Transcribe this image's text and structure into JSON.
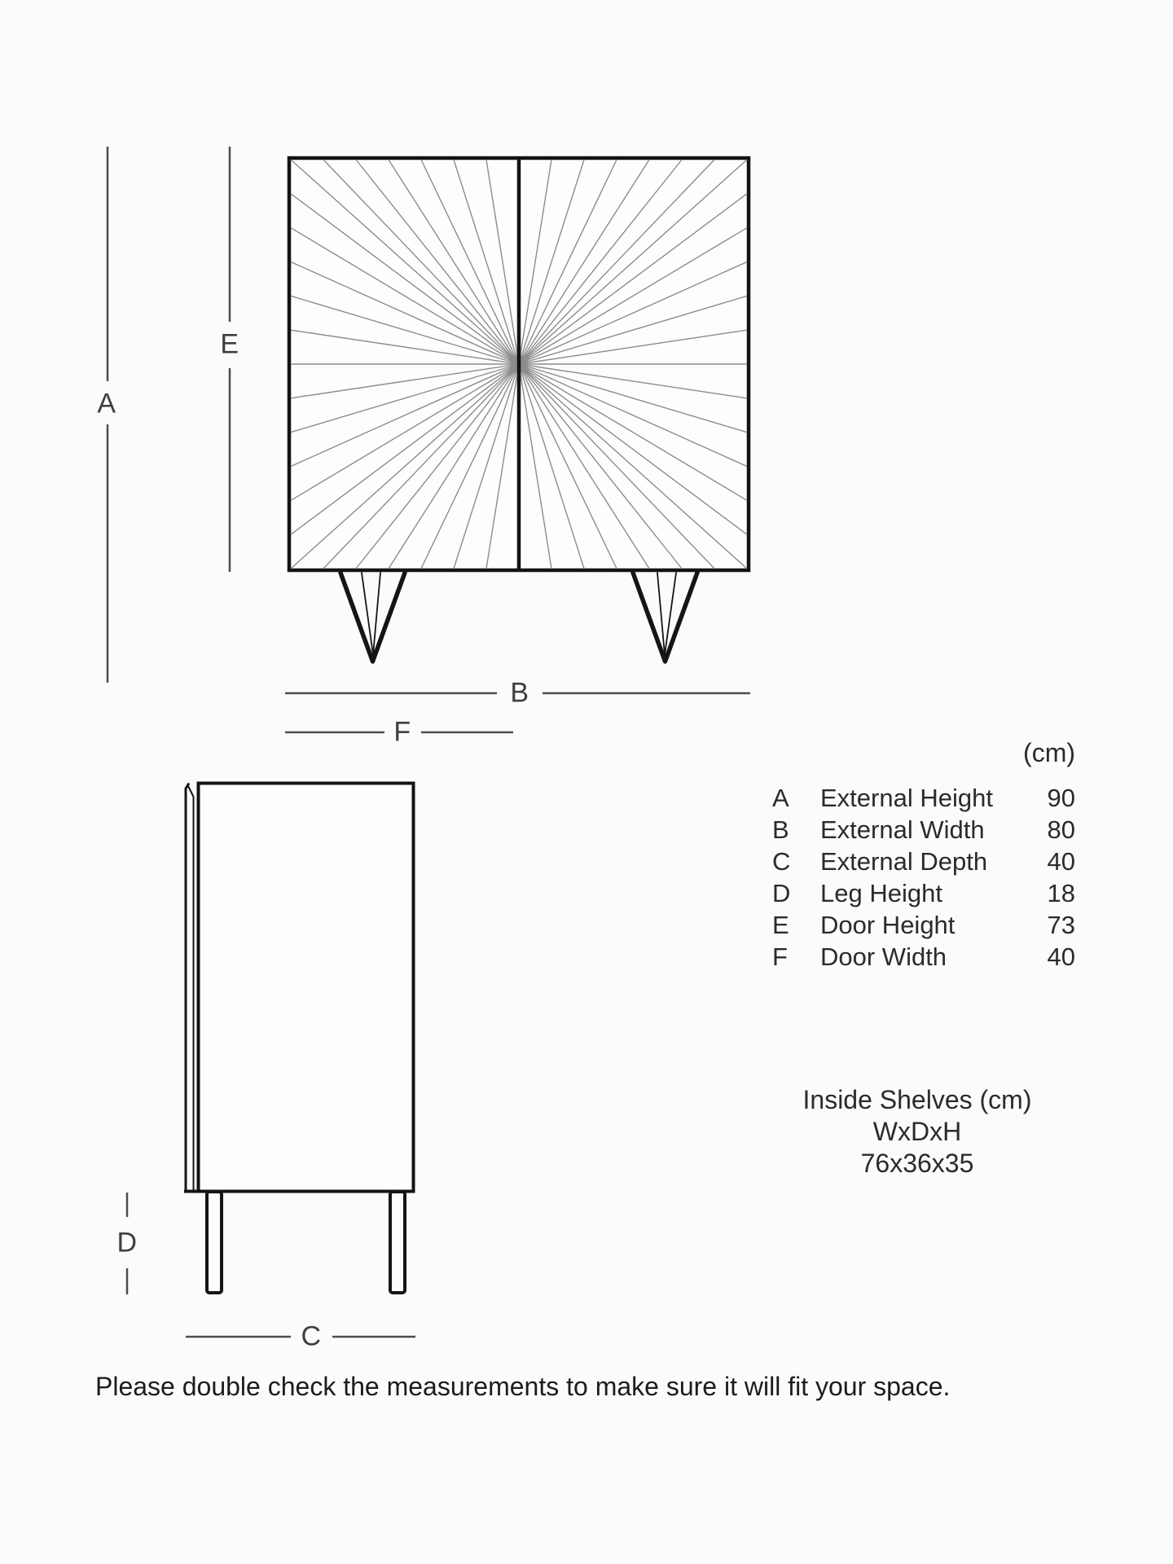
{
  "colors": {
    "background": "#fbfbfb",
    "drawing_line": "#131313",
    "sunburst_ray": "#8c8c8c",
    "dimension_line": "#4d4d4d",
    "text": "#2b2b2b"
  },
  "diagram_labels": {
    "a": "A",
    "b": "B",
    "c": "C",
    "d": "D",
    "e": "E",
    "f": "F"
  },
  "units_header": "(cm)",
  "measurements_table": {
    "rows": [
      {
        "key": "A",
        "label": "External Height",
        "value": "90"
      },
      {
        "key": "B",
        "label": "External Width",
        "value": "80"
      },
      {
        "key": "C",
        "label": "External Depth",
        "value": "40"
      },
      {
        "key": "D",
        "label": "Leg Height",
        "value": "18"
      },
      {
        "key": "E",
        "label": "Door Height",
        "value": "73"
      },
      {
        "key": "F",
        "label": "Door Width",
        "value": "40"
      }
    ]
  },
  "inside_shelves": {
    "title": "Inside Shelves (cm)",
    "dimension_format": "WxDxH",
    "dimensions": "76x36x35"
  },
  "footer_note": "Please double check the measurements to make sure it will fit your space."
}
